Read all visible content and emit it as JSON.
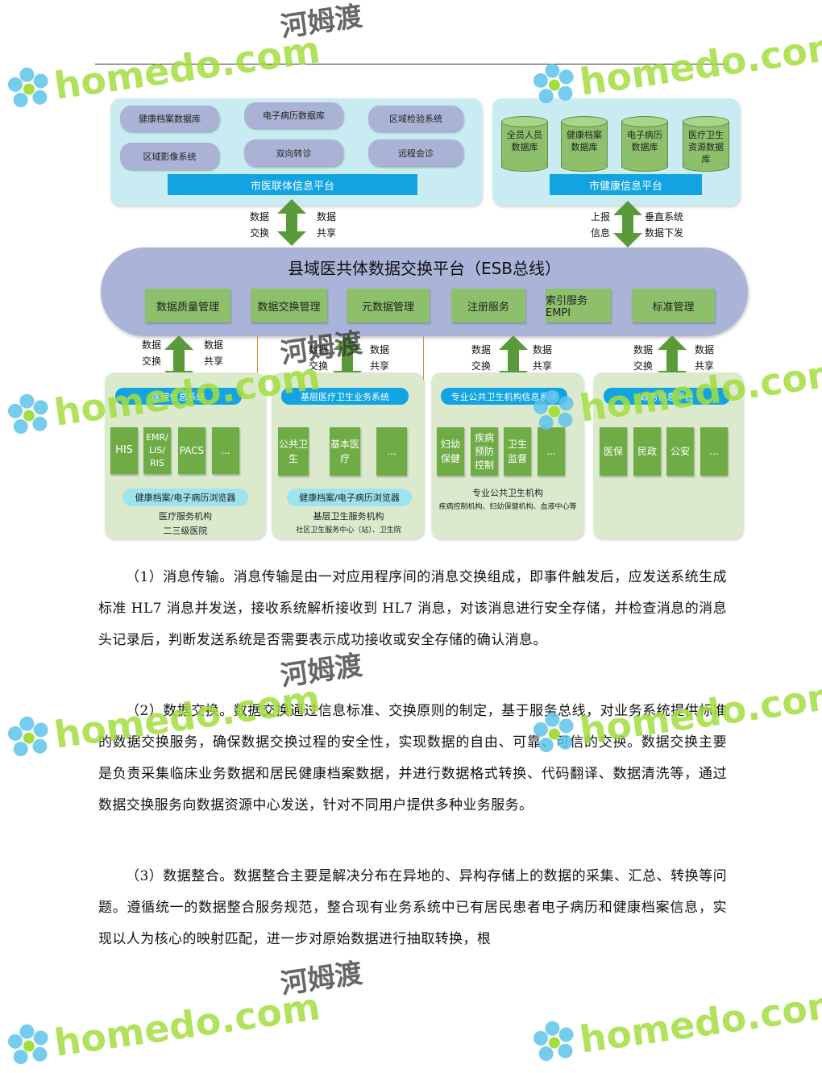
{
  "watermark": {
    "text": "homedo.com",
    "cn": "河姆渡"
  },
  "top_left": {
    "pills": [
      "健康档案数据库",
      "电子病历数据库",
      "区域检验系统",
      "区域影像系统",
      "双向转诊",
      "远程会诊"
    ],
    "bar": "市医联体信息平台"
  },
  "top_right": {
    "cylinders": [
      "全员人员数据库",
      "健康档案数据库",
      "电子病历数据库",
      "医疗卫生资源数据库"
    ],
    "bar": "市健康信息平台"
  },
  "arrows_top": {
    "left_a": "数据交换",
    "left_b": "数据共享",
    "right_a": "上报信息",
    "right_b": "垂直系统数据下发"
  },
  "esb": {
    "title": "县域医共体数据交换平台（ESB总线）",
    "modules": [
      "数据质量管理",
      "数据交换管理",
      "元数据管理",
      "注册服务",
      "索引服务EMPI",
      "标准管理"
    ]
  },
  "arrows_bottom": {
    "a": "数据交换",
    "b": "数据共享"
  },
  "bottom": [
    {
      "bar": "医院信息系统",
      "boxes": [
        "HIS",
        "EMR/ LIS/ RIS",
        "PACS",
        "..."
      ],
      "browser": "健康档案/电子病历浏览器",
      "cap1": "医疗服务机构",
      "cap2": "二三级医院"
    },
    {
      "bar": "基层医疗卫生业务系统",
      "boxes": [
        "公共卫生",
        "基本医疗",
        "..."
      ],
      "browser": "健康档案/电子病历浏览器",
      "cap1": "基层卫生服务机构",
      "cap2": "社区卫生服务中心（站）、卫生院"
    },
    {
      "bar": "专业公共卫生机构信息系统",
      "boxes": [
        "妇幼保健",
        "疾病预防控制",
        "卫生监督",
        "..."
      ],
      "cap1": "专业公共卫生机构",
      "cap2": "疾病控制机构、妇幼保健机构、血液中心等"
    },
    {
      "bar": "政务信息平台",
      "boxes": [
        "医保",
        "民政",
        "公安",
        "..."
      ]
    }
  ],
  "paragraphs": [
    "（1）消息传输。消息传输是由一对应用程序间的消息交换组成，即事件触发后，应发送系统生成标准 HL7 消息并发送，接收系统解析接收到 HL7 消息，对该消息进行安全存储，并检查消息的消息头记录后，判断发送系统是否需要表示成功接收或安全存储的确认消息。",
    "（2）数据交换。数据交换通过信息标准、交换原则的制定，基于服务总线，对业务系统提供标准的数据交换服务，确保数据交换过程的安全性，实现数据的自由、可靠、可信的交换。数据交换主要是负责采集临床业务数据和居民健康档案数据，并进行数据格式转换、代码翻译、数据清洗等，通过数据交换服务向数据资源中心发送，针对不同用户提供多种业务服务。",
    "（3）数据整合。数据整合主要是解决分布在异地的、异构存储上的数据的采集、汇总、转换等问题。遵循统一的数据整合服务规范，整合现有业务系统中已有居民患者电子病历和健康档案信息，实现以人为核心的映射匹配，进一步对原始数据进行抽取转换，根"
  ]
}
